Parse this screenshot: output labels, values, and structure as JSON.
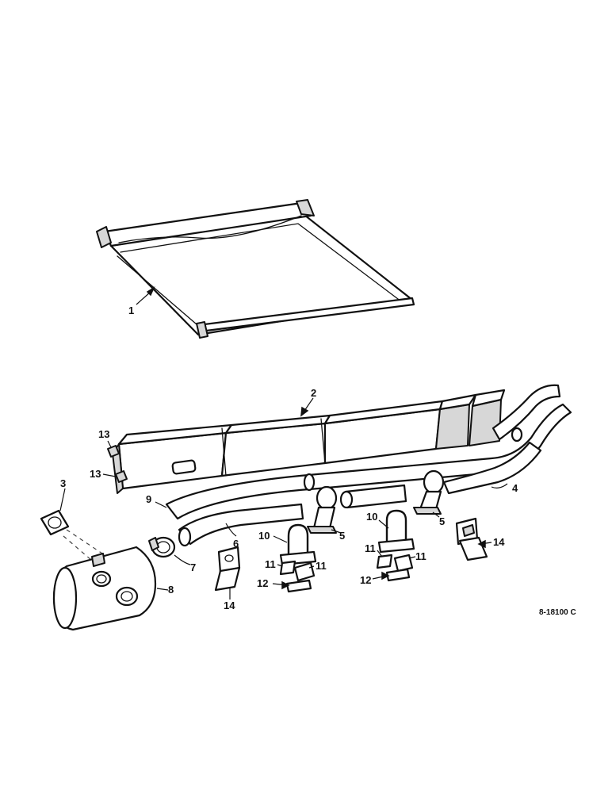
{
  "callouts": {
    "c1": "1",
    "c2": "2",
    "c3": "3",
    "c4": "4",
    "c5a": "5",
    "c5b": "5",
    "c6": "6",
    "c7": "7",
    "c8": "8",
    "c9": "9",
    "c10a": "10",
    "c10b": "10",
    "c11a": "11",
    "c11b": "11",
    "c11c": "11",
    "c11d": "11",
    "c12a": "12",
    "c12b": "12",
    "c13a": "13",
    "c13b": "13",
    "c14a": "14",
    "c14b": "14"
  },
  "drawing_code": "8-18100 C"
}
